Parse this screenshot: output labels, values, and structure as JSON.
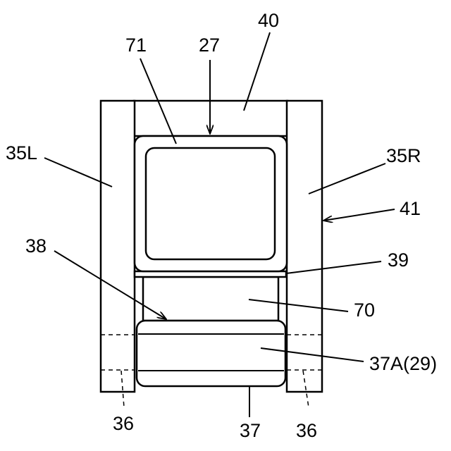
{
  "labels": {
    "l40": "40",
    "l71": "71",
    "l27": "27",
    "l35L": "35L",
    "l35R": "35R",
    "l41": "41",
    "l38": "38",
    "l39": "39",
    "l70": "70",
    "l37A": "37A(29)",
    "l36_left": "36",
    "l37": "37",
    "l36_right": "36"
  }
}
